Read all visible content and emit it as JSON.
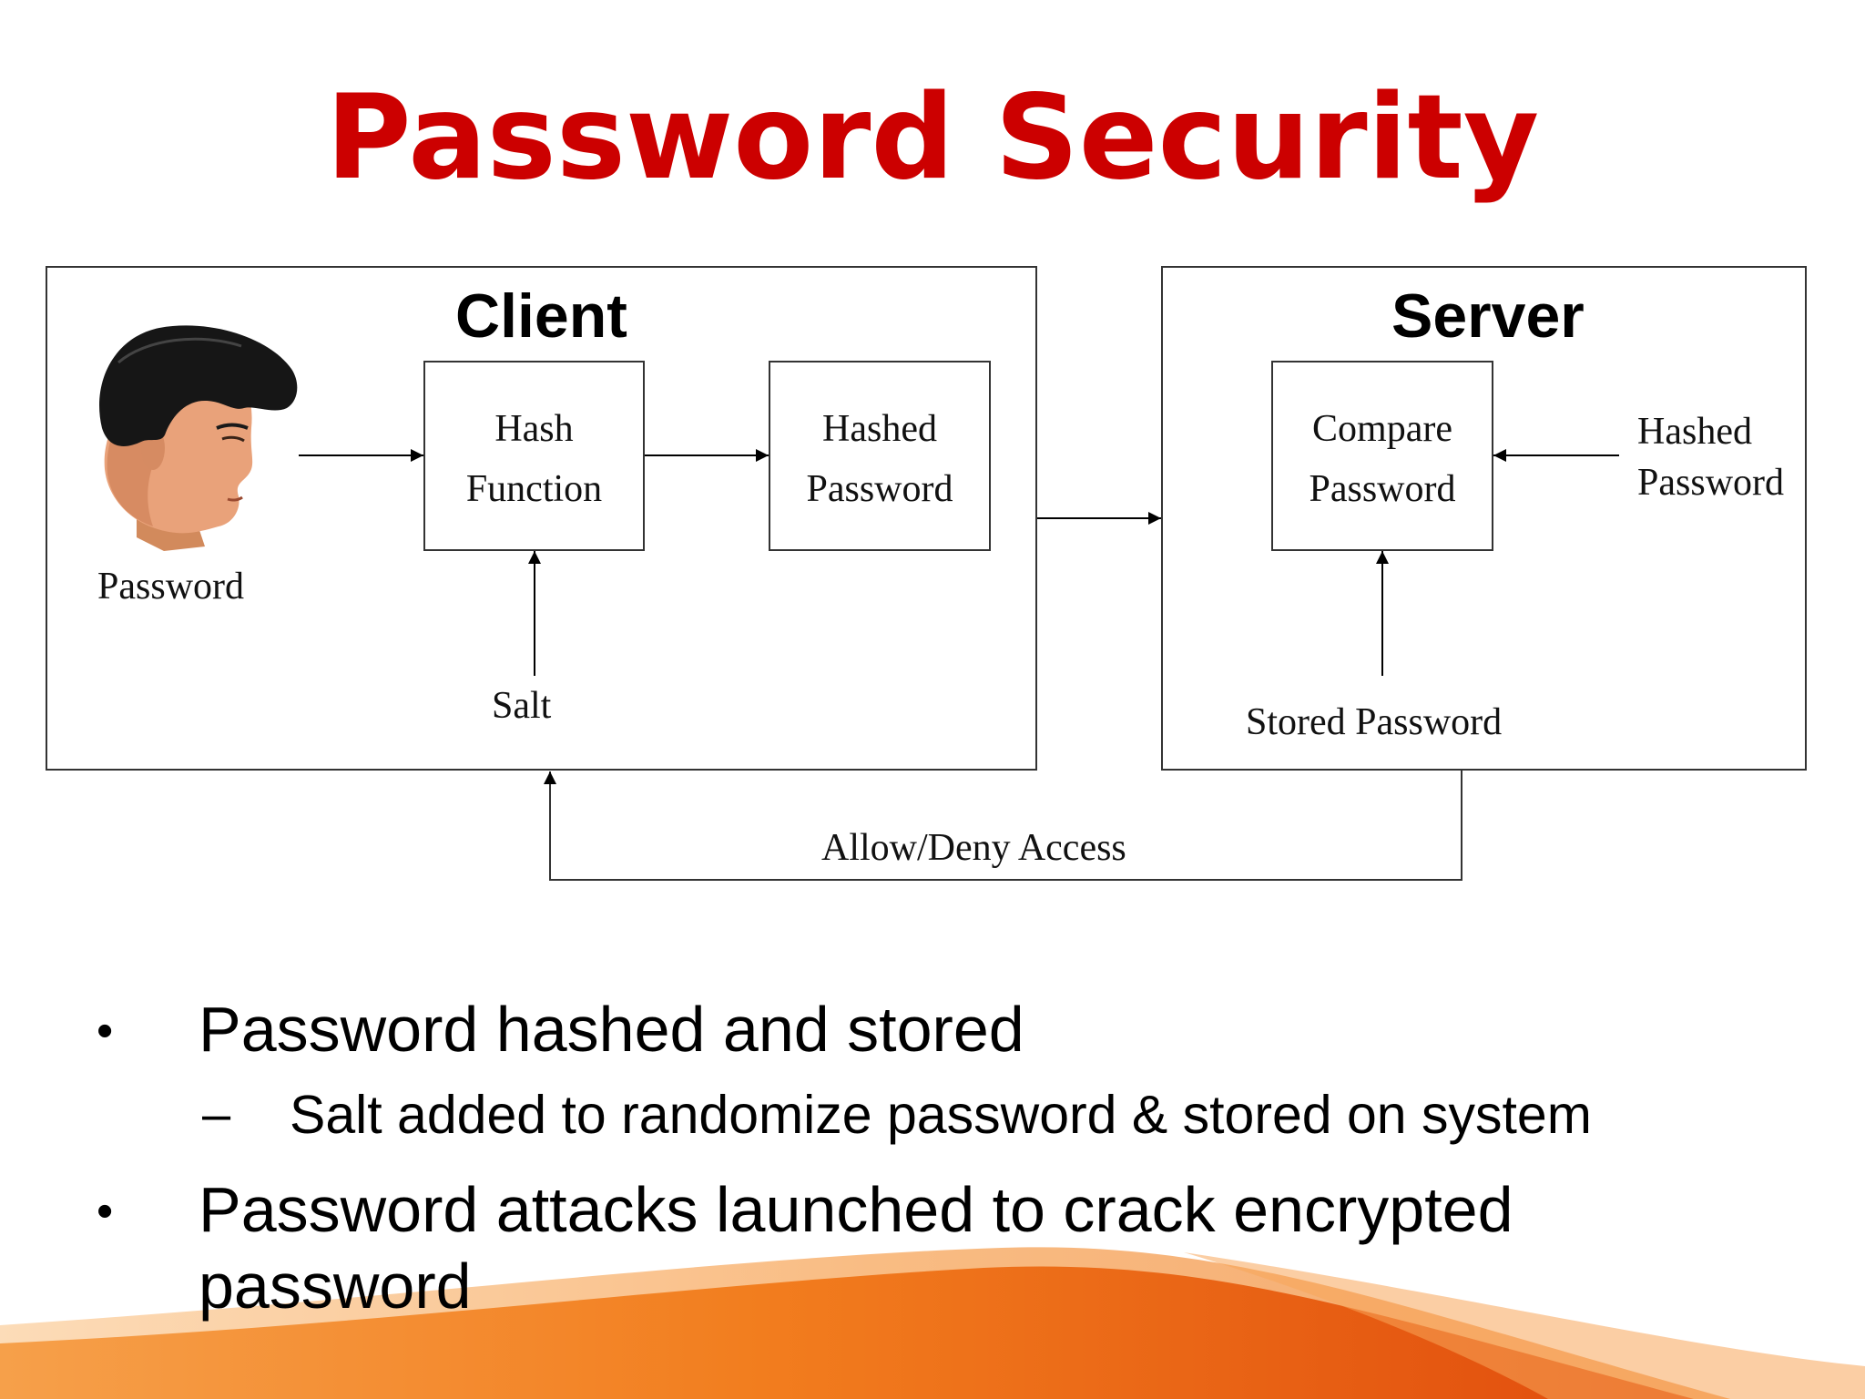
{
  "slide": {
    "title": "Password Security",
    "title_color": "#cc0000",
    "accent_color": "#f07a18"
  },
  "diagram": {
    "client_header": "Client",
    "server_header": "Server",
    "client_password_label": "Password",
    "hash_function_line1": "Hash",
    "hash_function_line2": "Function",
    "hashed_password_line1": "Hashed",
    "hashed_password_line2": "Password",
    "salt_label": "Salt",
    "compare_password_line1": "Compare",
    "compare_password_line2": "Password",
    "server_hashed_line1": "Hashed",
    "server_hashed_line2": "Password",
    "stored_password_label": "Stored Password",
    "feedback_label": "Allow/Deny Access"
  },
  "bullets": {
    "marker": "•",
    "sub_marker": "–",
    "b1": "Password hashed and stored",
    "b1_sub": "Salt added to randomize password & stored on system",
    "b2_line1": "Password attacks launched to crack encrypted",
    "b2_line2": "password"
  }
}
